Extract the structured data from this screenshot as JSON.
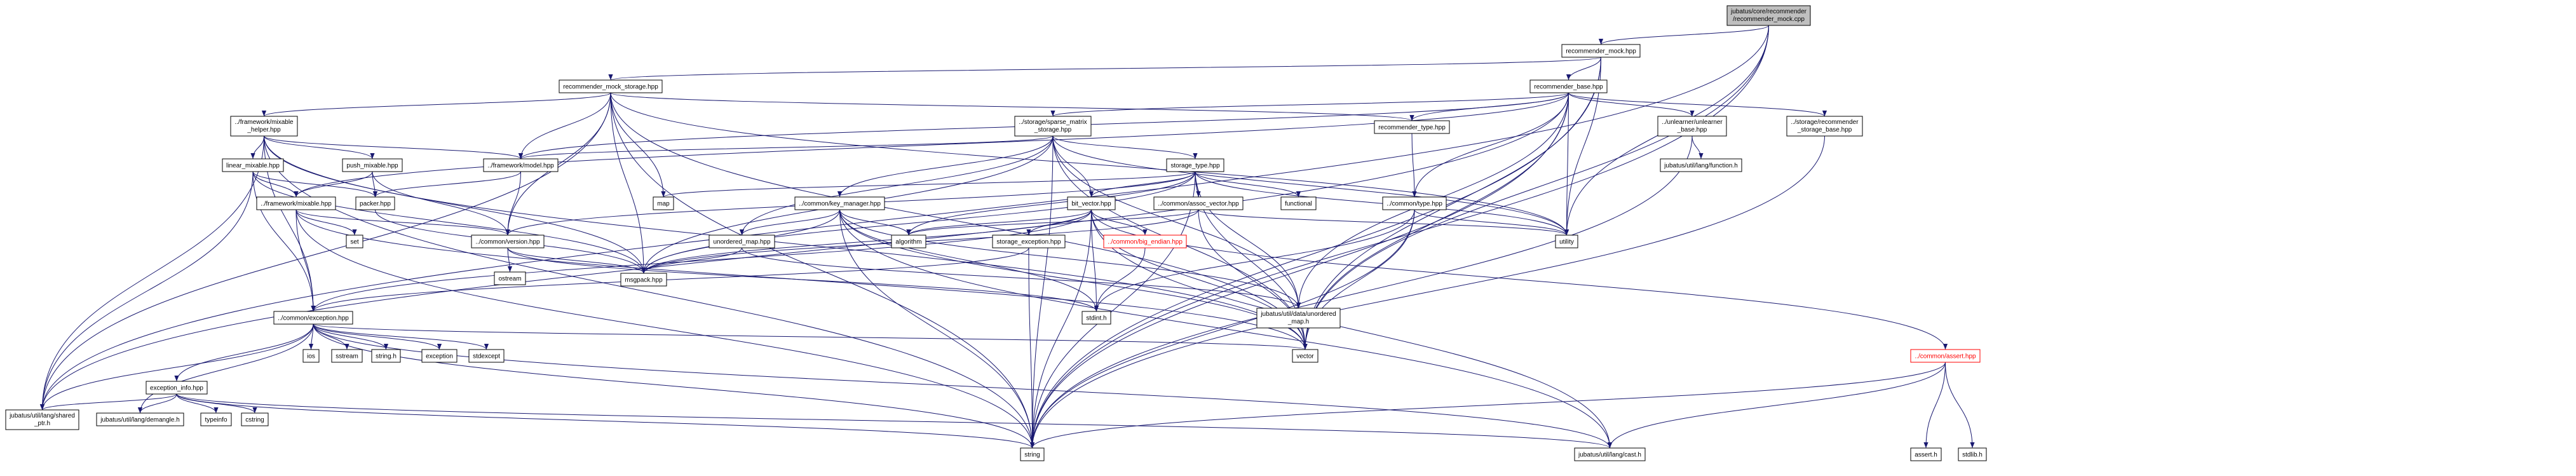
{
  "nodes": {
    "root": [
      "jubatus/core/recommender",
      "/recommender_mock.cpp"
    ],
    "recommender_mock_hpp": [
      "recommender_mock.hpp"
    ],
    "mock_storage": [
      "recommender_mock_storage.hpp"
    ],
    "recommender_base": [
      "recommender_base.hpp"
    ],
    "mixable_helper": [
      "../framework/mixable",
      "_helper.hpp"
    ],
    "sparse_matrix": [
      "../storage/sparse_matrix",
      "_storage.hpp"
    ],
    "recommender_type": [
      "recommender_type.hpp"
    ],
    "unlearner_base": [
      "../unlearner/unlearner",
      "_base.hpp"
    ],
    "storage_base": [
      "../storage/recommender",
      "_storage_base.hpp"
    ],
    "linear_mixable": [
      "linear_mixable.hpp"
    ],
    "push_mixable": [
      "push_mixable.hpp"
    ],
    "framework_model": [
      "../framework/model.hpp"
    ],
    "storage_type": [
      "storage_type.hpp"
    ],
    "lang_function": [
      "jubatus/util/lang/function.h"
    ],
    "framework_mixable": [
      "../framework/mixable.hpp"
    ],
    "packer": [
      "packer.hpp"
    ],
    "map": [
      "map"
    ],
    "key_manager": [
      "../common/key_manager.hpp"
    ],
    "bit_vector": [
      "bit_vector.hpp"
    ],
    "functional": [
      "functional"
    ],
    "assoc_vector": [
      "../common/assoc_vector.hpp"
    ],
    "common_type": [
      "../common/type.hpp"
    ],
    "set": [
      "set"
    ],
    "version": [
      "../common/version.hpp"
    ],
    "algorithm": [
      "algorithm"
    ],
    "unordered_map": [
      "unordered_map.hpp"
    ],
    "storage_exception": [
      "storage_exception.hpp"
    ],
    "big_endian": [
      "../common/big_endian.hpp"
    ],
    "utility": [
      "utility"
    ],
    "ostream": [
      "ostream"
    ],
    "msgpack": [
      "msgpack.hpp"
    ],
    "exception_hpp": [
      "../common/exception.hpp"
    ],
    "stdint": [
      "stdint.h"
    ],
    "data_unordered_map": [
      "jubatus/util/data/unordered",
      "_map.h"
    ],
    "ios": [
      "ios"
    ],
    "sstream": [
      "sstream"
    ],
    "string_h": [
      "string.h"
    ],
    "exception": [
      "exception"
    ],
    "stdexcept": [
      "stdexcept"
    ],
    "vector": [
      "vector"
    ],
    "common_assert": [
      "../common/assert.hpp"
    ],
    "exception_info": [
      "exception_info.hpp"
    ],
    "shared_ptr": [
      "jubatus/util/lang/shared",
      "_ptr.h"
    ],
    "demangle": [
      "jubatus/util/lang/demangle.h"
    ],
    "typeinfo": [
      "typeinfo"
    ],
    "cstring": [
      "cstring"
    ],
    "string": [
      "string"
    ],
    "lang_cast": [
      "jubatus/util/lang/cast.h"
    ],
    "assert_h": [
      "assert.h"
    ],
    "stdlib_h": [
      "stdlib.h"
    ]
  }
}
